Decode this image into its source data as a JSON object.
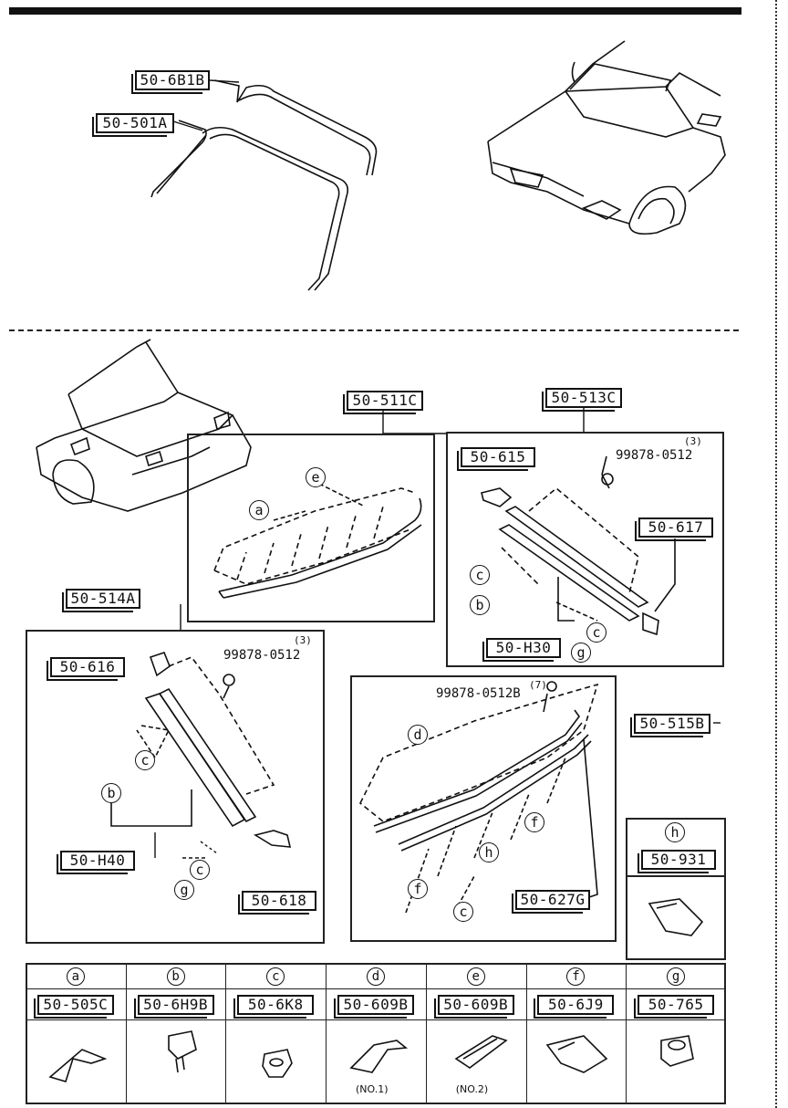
{
  "parts": {
    "p_6B1B": "50-6B1B",
    "p_501A": "50-501A",
    "p_511C": "50-511C",
    "p_513C": "50-513C",
    "p_615": "50-615",
    "p_617": "50-617",
    "p_H30": "50-H30",
    "p_514A": "50-514A",
    "p_616": "50-616",
    "p_H40": "50-H40",
    "p_618": "50-618",
    "p_515B": "50-515B",
    "p_627G": "50-627G",
    "p_931": "50-931"
  },
  "bolts": {
    "b_513": "99878-0512",
    "b_513_qty": "(3)",
    "b_514": "99878-0512",
    "b_514_qty": "(3)",
    "b_515": "99878-0512B",
    "b_515_qty": "(7)"
  },
  "letters": [
    "a",
    "b",
    "c",
    "d",
    "e",
    "f",
    "g",
    "h"
  ],
  "legend": [
    {
      "letter": "a",
      "part": "50-505C",
      "note": ""
    },
    {
      "letter": "b",
      "part": "50-6H9B",
      "note": ""
    },
    {
      "letter": "c",
      "part": "50-6K8",
      "note": ""
    },
    {
      "letter": "d",
      "part": "50-609B",
      "note": "(NO.1)"
    },
    {
      "letter": "e",
      "part": "50-609B",
      "note": "(NO.2)"
    },
    {
      "letter": "f",
      "part": "50-6J9",
      "note": ""
    },
    {
      "letter": "g",
      "part": "50-765",
      "note": ""
    }
  ],
  "h_box": {
    "letter": "h",
    "part": "50-931"
  }
}
